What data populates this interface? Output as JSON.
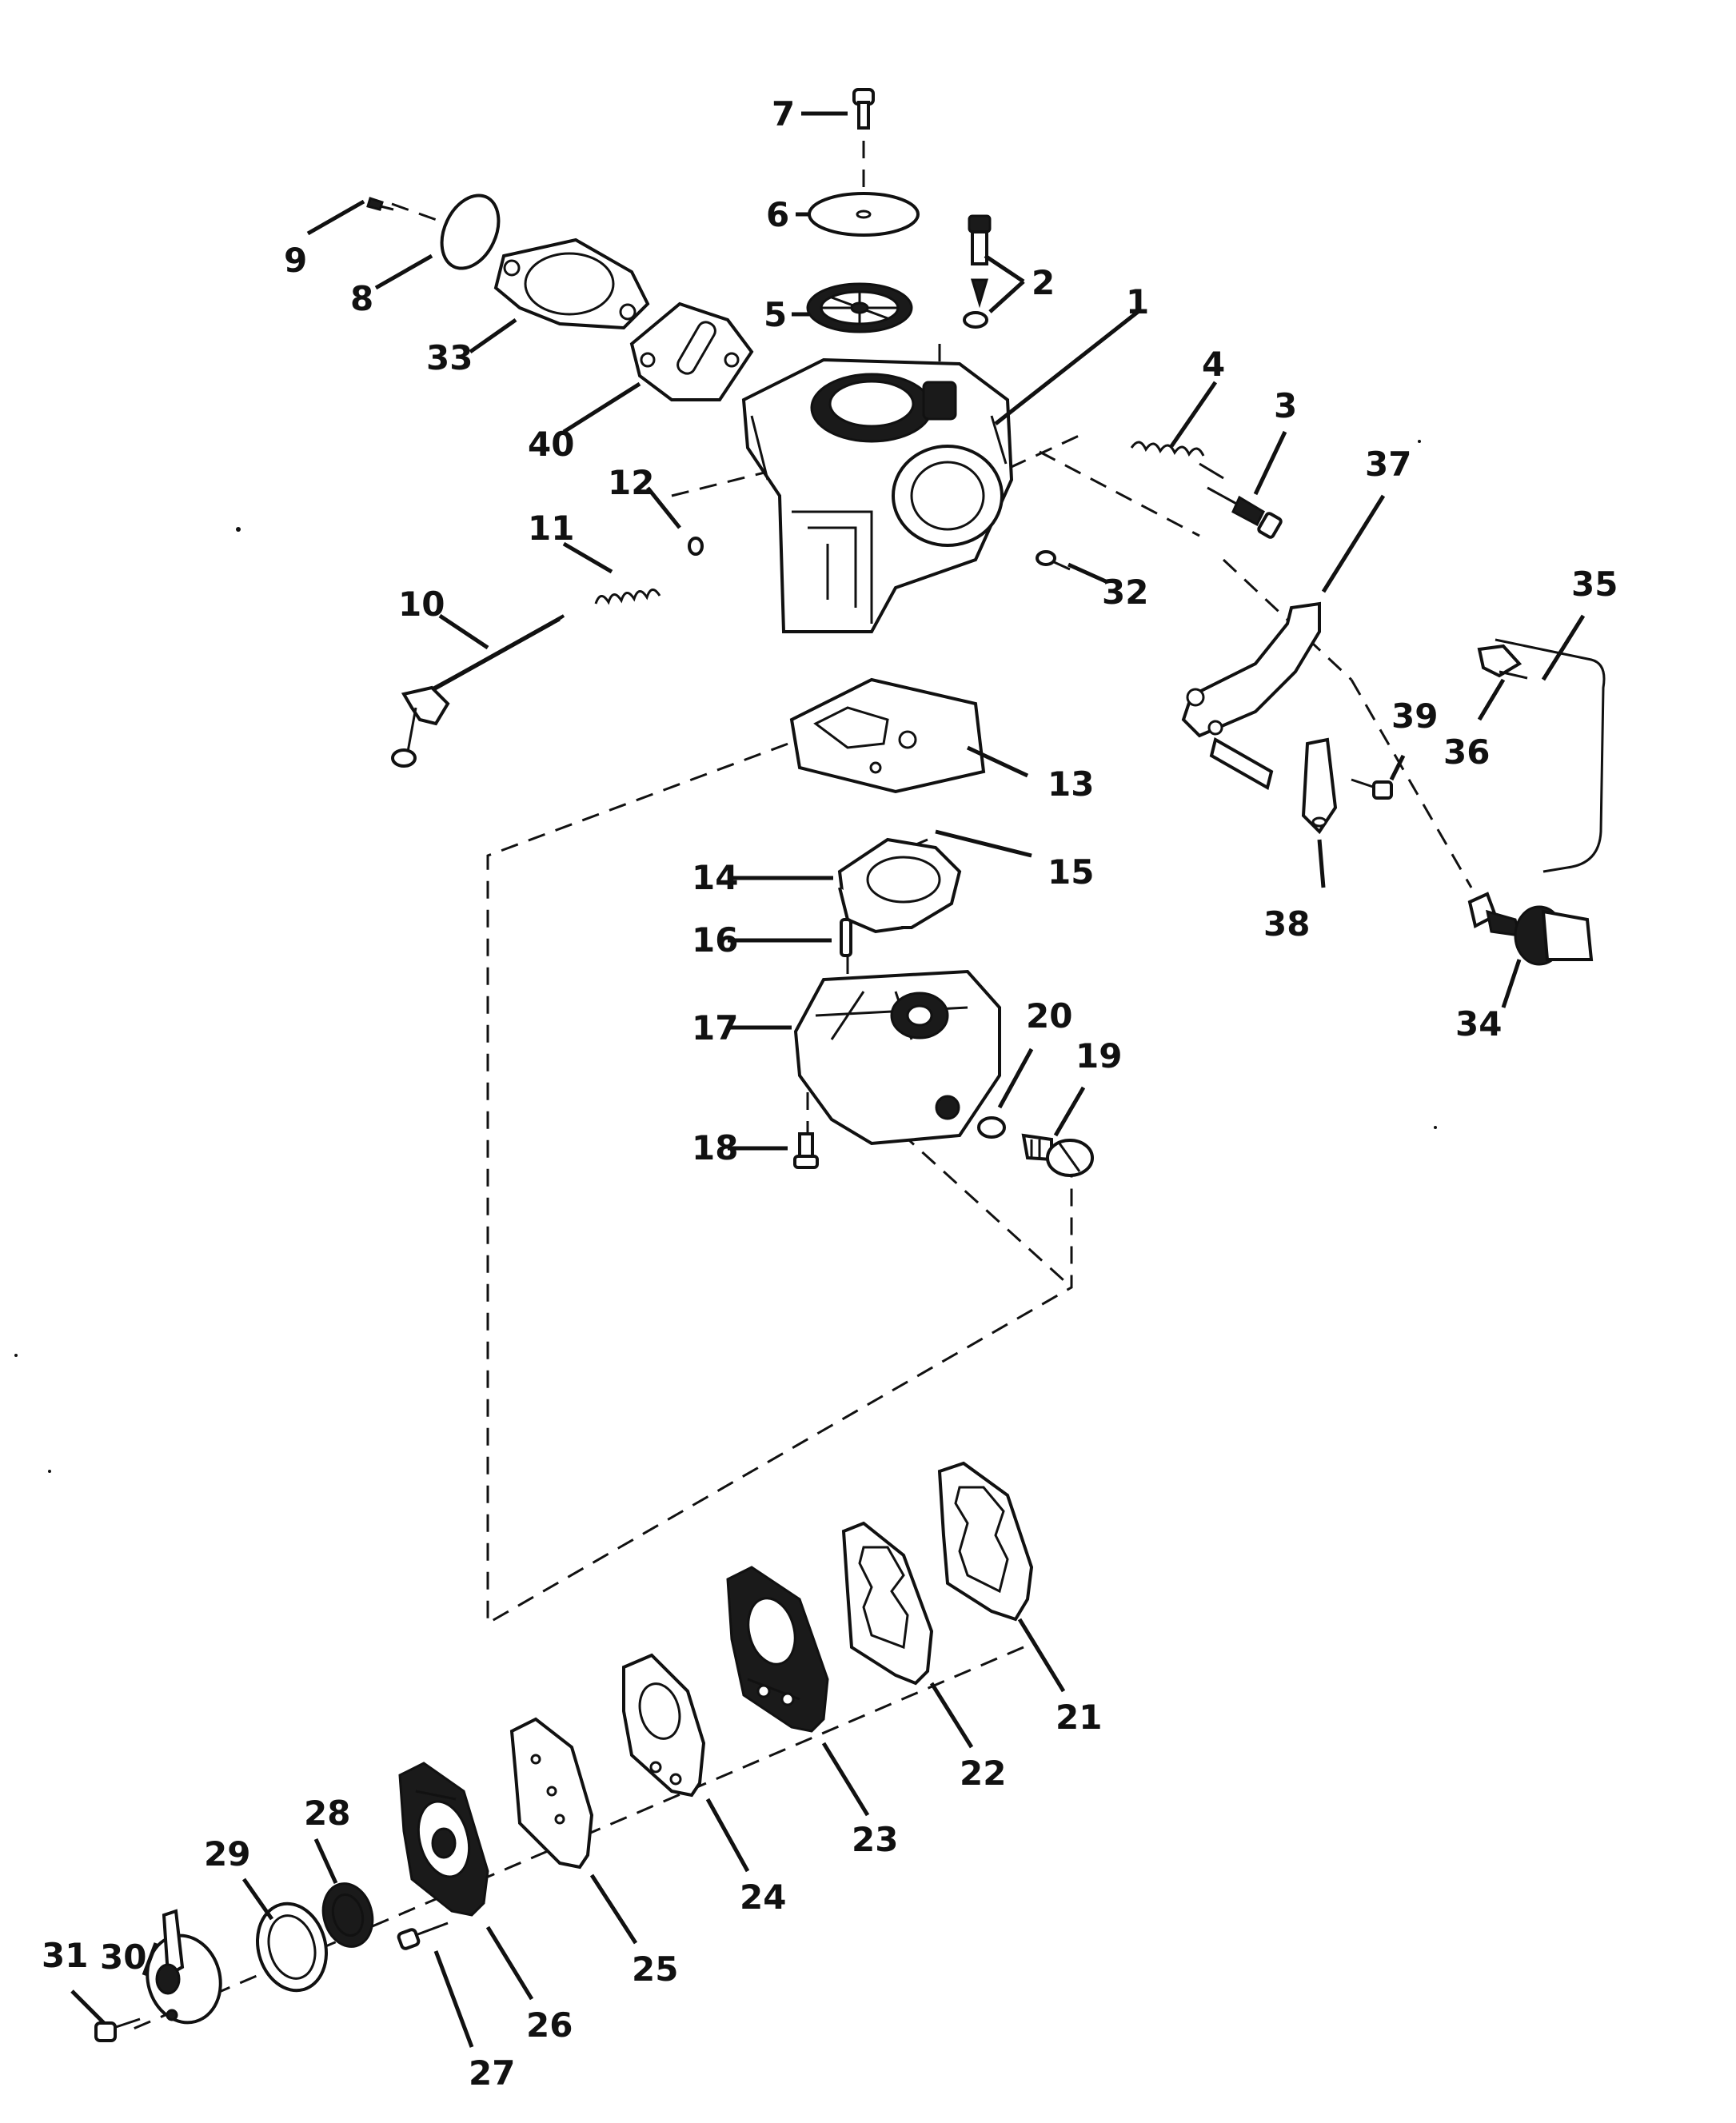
{
  "diagram": {
    "callouts": {
      "c1": "1",
      "c2": "2",
      "c3": "3",
      "c4": "4",
      "c5": "5",
      "c6": "6",
      "c7": "7",
      "c8": "8",
      "c9": "9",
      "c10": "10",
      "c11": "11",
      "c12": "12",
      "c13": "13",
      "c14": "14",
      "c15": "15",
      "c16": "16",
      "c17": "17",
      "c18": "18",
      "c19": "19",
      "c20": "20",
      "c21": "21",
      "c22": "22",
      "c23": "23",
      "c24": "24",
      "c25": "25",
      "c26": "26",
      "c27": "27",
      "c28": "28",
      "c29": "29",
      "c30": "30",
      "c31": "31",
      "c32": "32",
      "c33": "33",
      "c34": "34",
      "c35": "35",
      "c36": "36",
      "c37": "37",
      "c38": "38",
      "c39": "39",
      "c40": "40"
    }
  }
}
